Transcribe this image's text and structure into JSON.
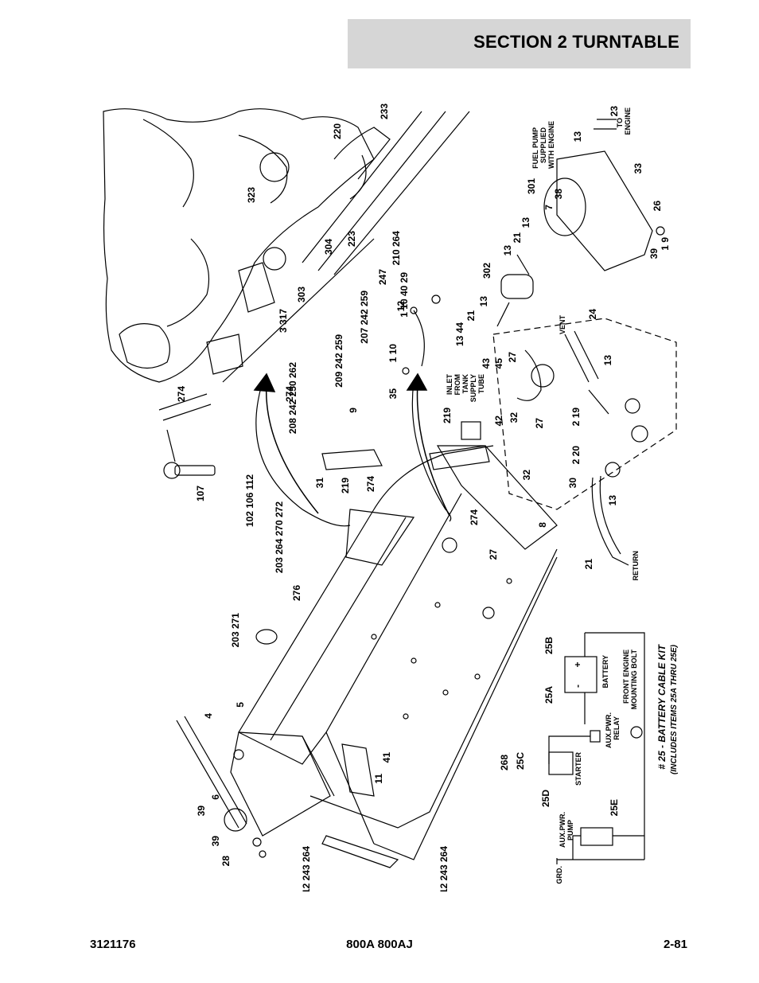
{
  "header": {
    "section_title": "SECTION 2   TURNTABLE"
  },
  "footer": {
    "doc_number": "3121176",
    "model": "800A 800AJ",
    "page": "2-81"
  },
  "callouts": {
    "c233": "233",
    "c220": "220",
    "c323": "323",
    "c223": "223",
    "c304": "304",
    "c210_264": "210 264",
    "c247": "247",
    "c207_242_259": "207 242 259",
    "c3_317": "3 317",
    "c303": "303",
    "c209_242_259": "209 242 259",
    "c208_242_250_262": "208 242 250 262",
    "c274a": "274",
    "c274b": "274",
    "c1_10_40_29": "1 10 40 29",
    "c12": "12",
    "c1_10": "1 10",
    "c35": "35",
    "c9": "9",
    "c219a": "219",
    "c219b": "219",
    "c31": "31",
    "c274c": "274",
    "c274d": "274",
    "c102_106_112": "102 106 112",
    "c107": "107",
    "c203_264_270_272": "203 264 270 272",
    "c42": "42",
    "c32a": "32",
    "c32b": "32",
    "c27a": "27",
    "c27b": "27",
    "c8": "8",
    "c30": "30",
    "c276": "276",
    "c203_271": "203 271",
    "c5": "5",
    "c4": "4",
    "c6": "6",
    "c39a": "39",
    "c39b": "39",
    "c28": "28",
    "c41": "41",
    "c11": "11",
    "c268": "268",
    "c212_243_264a": "212 243 264",
    "c212_243_264b": "212 243 264",
    "c301": "301",
    "c13a": "13",
    "c7": "7",
    "c38": "38",
    "c23": "23",
    "c33": "33",
    "c26": "26",
    "c1_9": "1 9",
    "c39c": "39",
    "c13b": "13",
    "c21a": "21",
    "c13c": "13",
    "c302": "302",
    "c13d": "13",
    "c21b": "21",
    "c13_44": "13 44",
    "c43": "43",
    "c45": "45",
    "c27c": "27",
    "c24": "24",
    "c13e": "13",
    "c2_19": "2 19",
    "c2_20": "2 20",
    "c13f": "13",
    "c21c": "21",
    "c25b": "25B",
    "c25a": "25A",
    "c25c": "25C",
    "c25d": "25D",
    "c25e": "25E"
  },
  "notes": {
    "fuel_pump": [
      "FUEL PUMP",
      "SUPPLIED",
      "WITH ENGINE"
    ],
    "to_engine": [
      "TO",
      "ENGINE"
    ],
    "vent": "VENT",
    "return": "RETURN",
    "inlet": [
      "INLET",
      "FROM",
      "TANK",
      "SUPPLY",
      "TUBE"
    ]
  },
  "schematic": {
    "battery": "BATTERY",
    "plus": "+",
    "minus": "-",
    "front_engine_bolt": [
      "FRONT ENGINE",
      "MOUNTING BOLT"
    ],
    "aux_relay": [
      "AUX.PWR.",
      "RELAY"
    ],
    "starter": "STARTER",
    "aux_pump": [
      "AUX.PWR.",
      "PUMP"
    ],
    "grd": "GRD.",
    "kit_title": "# 25 - BATTERY CABLE KIT",
    "kit_subtitle": "(INCLUDES ITEMS 25A THRU 25E)"
  }
}
